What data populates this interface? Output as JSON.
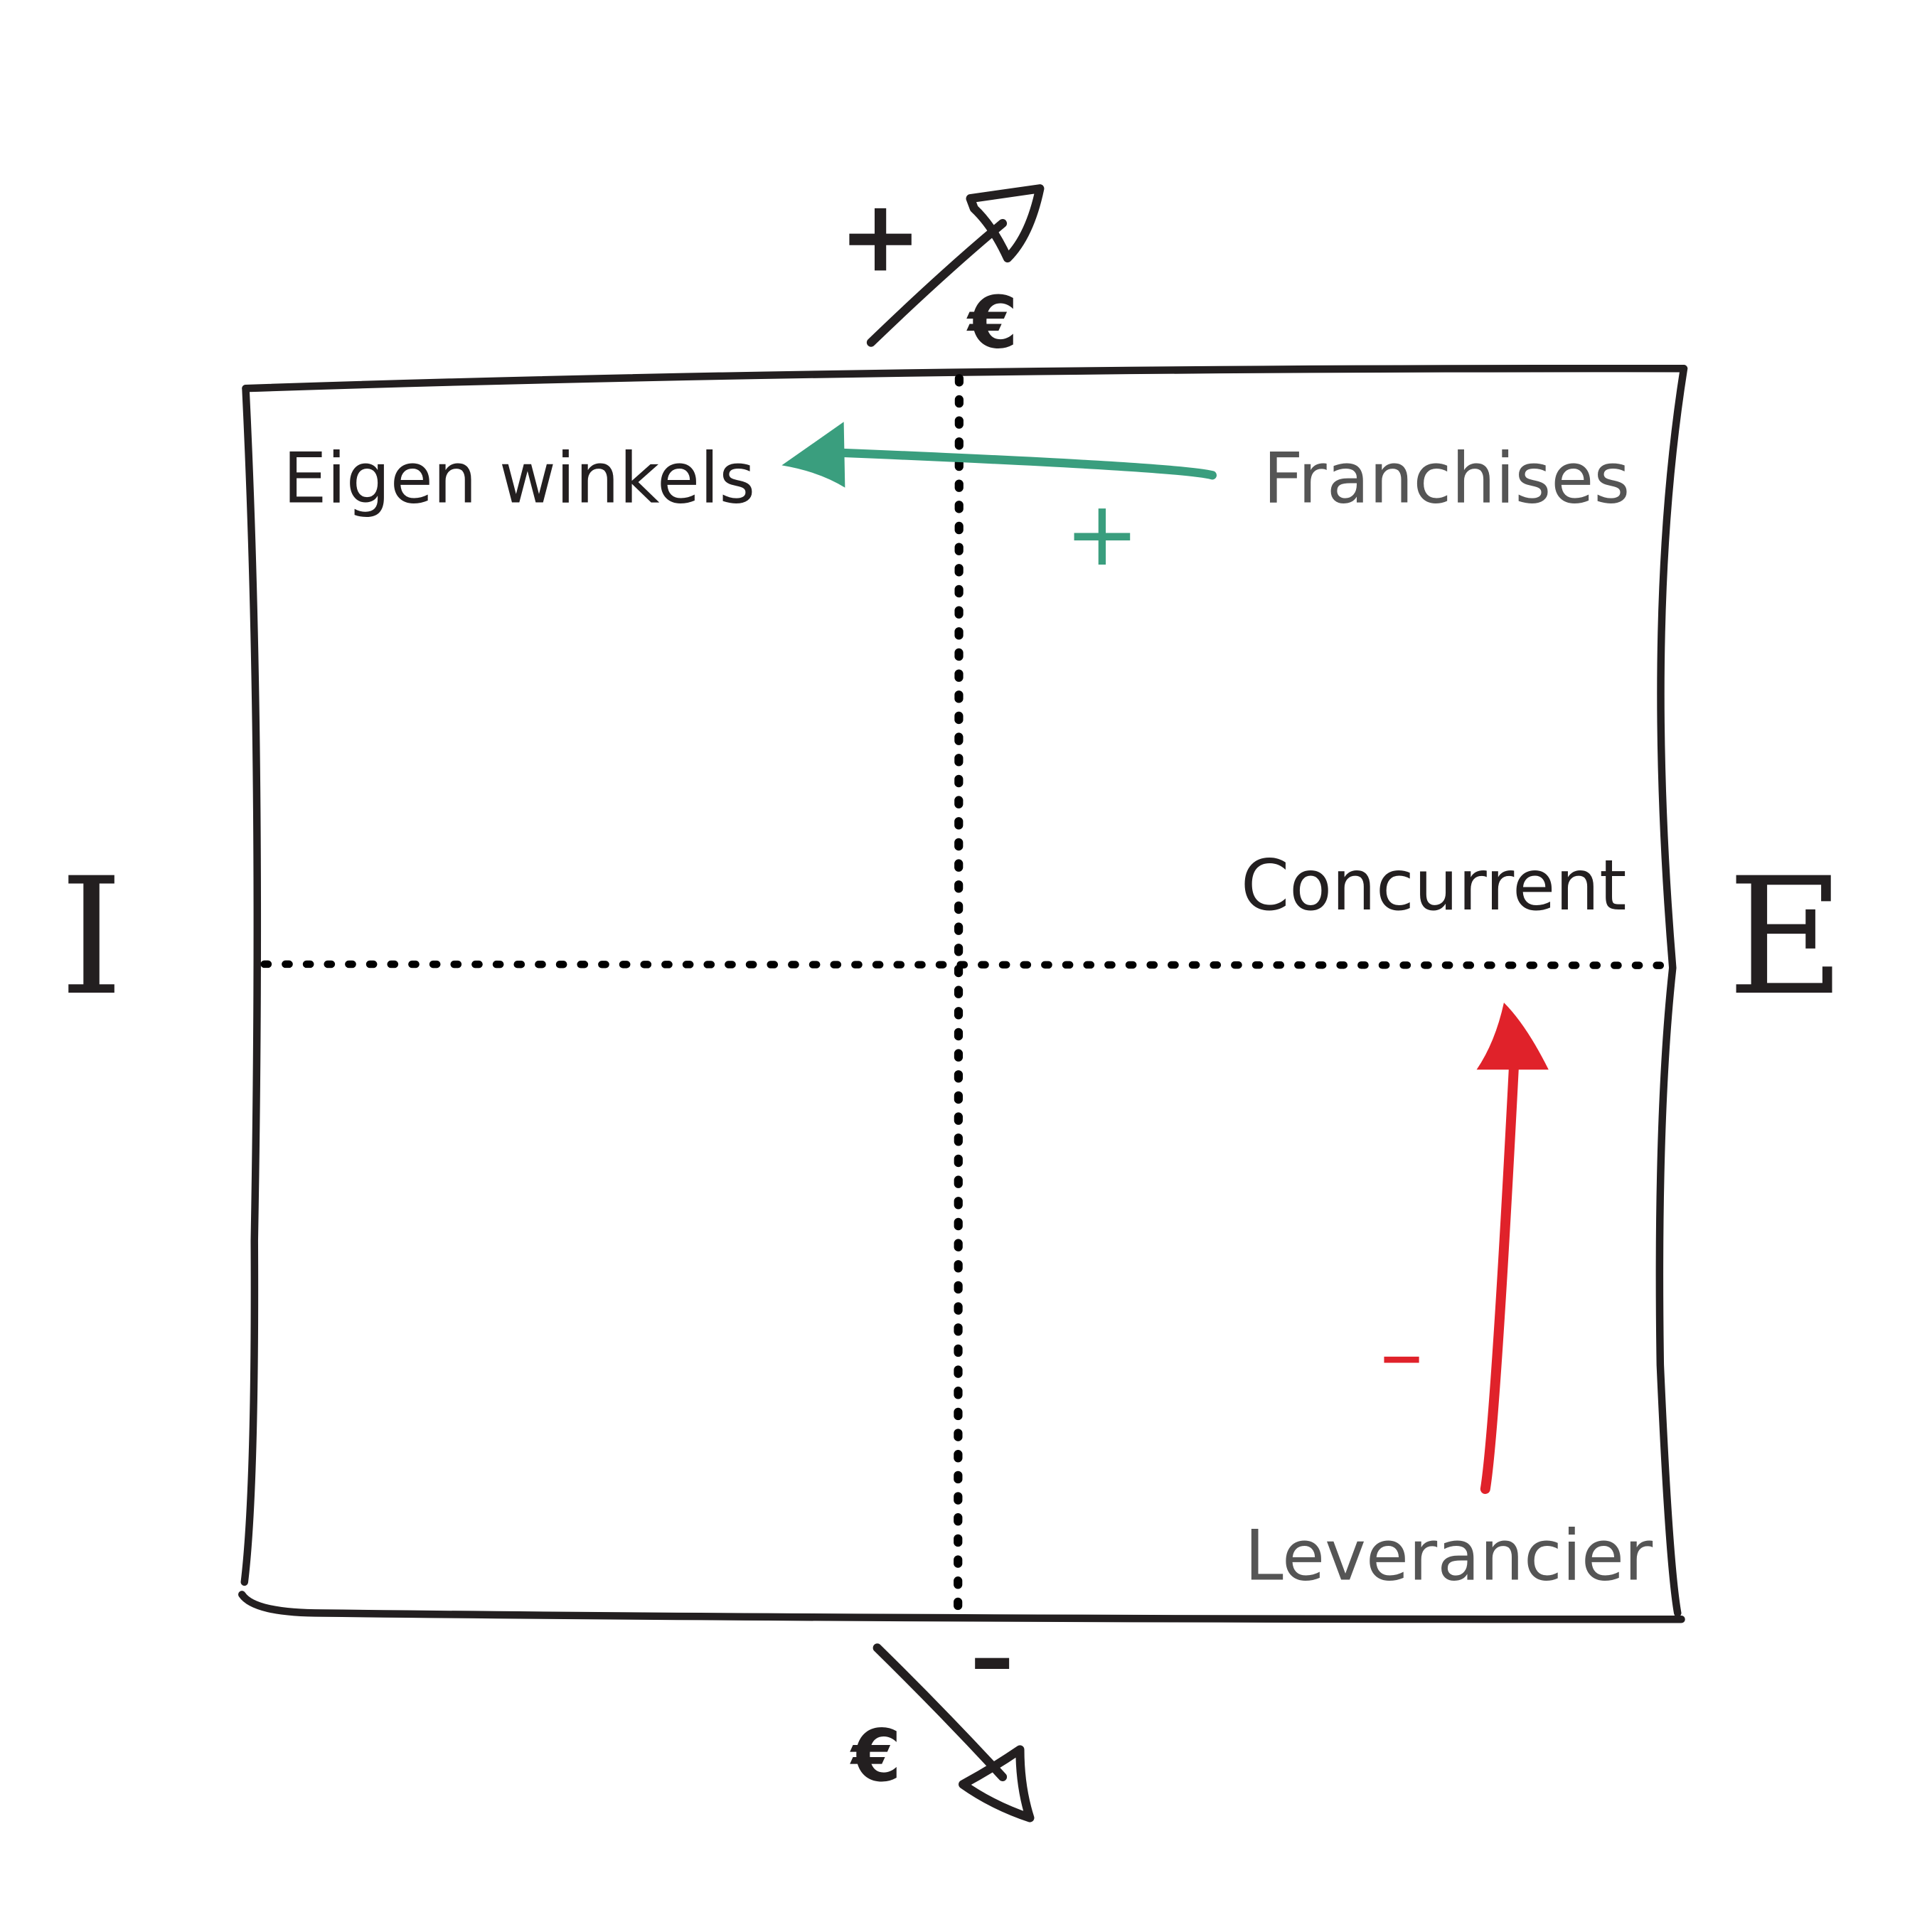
{
  "axes": {
    "left_label": "I",
    "right_label": "E",
    "top_sign": "+",
    "top_currency": "€",
    "bottom_sign": "–",
    "bottom_currency": "€"
  },
  "quadrants": {
    "top_left": "Eigen winkels",
    "top_right": "Franchises",
    "middle_right": "Concurrent",
    "bottom_right": "Leverancier"
  },
  "annotations": {
    "green_sign": "+",
    "red_sign": "–"
  },
  "colors": {
    "ink": "#231f20",
    "gray_text": "#555555",
    "green": "#3a9e7e",
    "red": "#e0222a"
  }
}
